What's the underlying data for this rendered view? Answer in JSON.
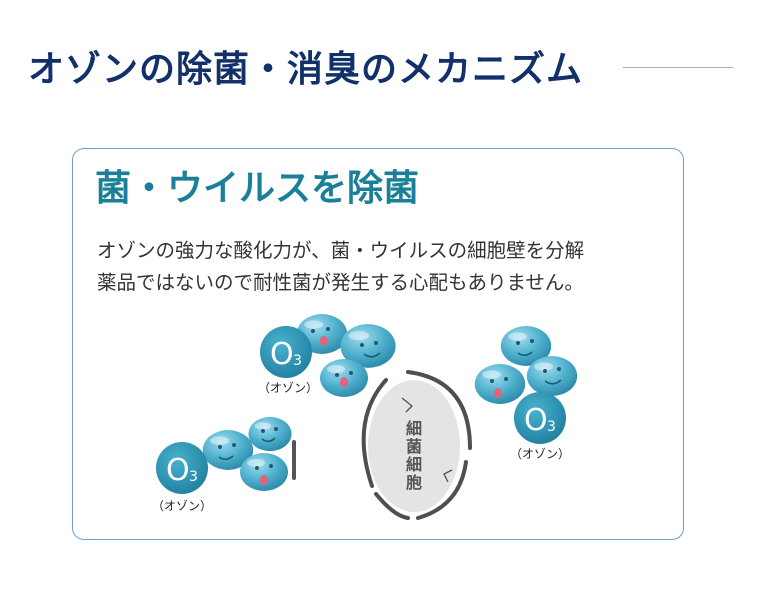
{
  "page": {
    "title": "オゾンの除菌・消臭のメカニズム"
  },
  "panel": {
    "heading": "菌・ウイルスを除菌",
    "description_lines": [
      "オゾンの強力な酸化力が、菌・ウイルスの細胞壁を分解",
      "薬品ではないので耐性菌が発生する心配もありません。"
    ]
  },
  "diagram": {
    "clusters": [
      {
        "formula_main": "O",
        "formula_sub": "3",
        "caption": "（オゾン）"
      },
      {
        "formula_main": "O",
        "formula_sub": "3",
        "caption": "（オゾン）"
      },
      {
        "formula_main": "O",
        "formula_sub": "3",
        "caption": "（オゾン）"
      }
    ],
    "cell_label_chars": [
      "細",
      "菌",
      "細",
      "胞"
    ]
  },
  "colors": {
    "title": "#12306a",
    "heading": "#1a7f99",
    "panel_border": "#6aa3d0",
    "molecule": "#3fa3c0",
    "molecule_light": "#8fd2e6",
    "o3_badge": "#2b90b0",
    "cell_wall": "#555555",
    "cell_fill": "#e4e4e4"
  }
}
